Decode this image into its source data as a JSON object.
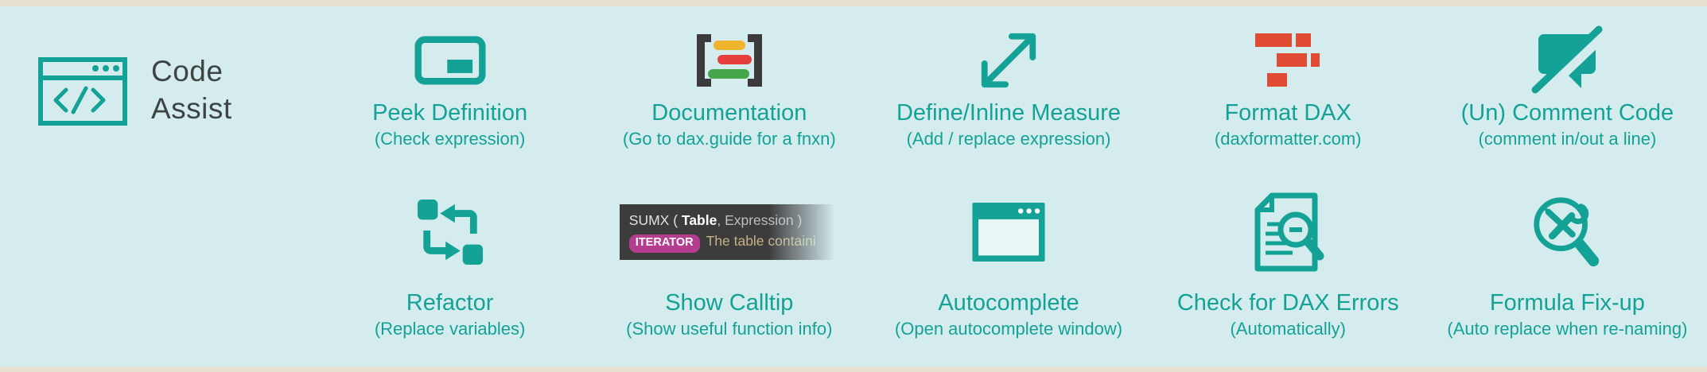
{
  "theme": {
    "background": "#d4ecee",
    "strip": "#e6e0d2",
    "teal": "#14a296",
    "dark_text": "#3e4444",
    "dax_orange": "#df4c33",
    "doc_bar_yellow": "#f0b32e",
    "doc_bar_red": "#e63f3b",
    "doc_bar_green": "#45a649",
    "bracket_dark": "#3b3b3b",
    "calltip_bg": "#3d3c3d",
    "badge_magenta": "#b53d8f"
  },
  "header": {
    "line1": "Code",
    "line2": "Assist"
  },
  "features": {
    "row1": [
      {
        "icon": "peek-definition-icon",
        "title": "Peek Definition",
        "subtitle": "(Check expression)"
      },
      {
        "icon": "documentation-icon",
        "title": "Documentation",
        "subtitle": "(Go to dax.guide for a fnxn)"
      },
      {
        "icon": "diagonal-resize-arrow-icon",
        "title": "Define/Inline Measure",
        "subtitle": "(Add / replace expression)"
      },
      {
        "icon": "dax-formatter-blocks-icon",
        "title": "Format DAX",
        "subtitle": "(daxformatter.com)"
      },
      {
        "icon": "comment-slash-icon",
        "title": "(Un) Comment Code",
        "subtitle": "(comment in/out a line)"
      }
    ],
    "row2": [
      {
        "icon": "refactor-swap-icon",
        "title": "Refactor",
        "subtitle": "(Replace variables)"
      },
      {
        "icon": "calltip-preview",
        "title": "Show Calltip",
        "subtitle": "(Show useful function info)"
      },
      {
        "icon": "window-icon",
        "title": "Autocomplete",
        "subtitle": "(Open autocomplete window)"
      },
      {
        "icon": "document-search-icon",
        "title": "Check for DAX Errors",
        "subtitle": "(Automatically)"
      },
      {
        "icon": "magnifier-tools-icon",
        "title": "Formula Fix-up",
        "subtitle": "(Auto replace when re-naming)"
      }
    ]
  },
  "calltip": {
    "function": "SUMX (",
    "param_bold": "Table",
    "params_rest": ", Expression )",
    "badge": "ITERATOR",
    "description": "The table containi"
  }
}
